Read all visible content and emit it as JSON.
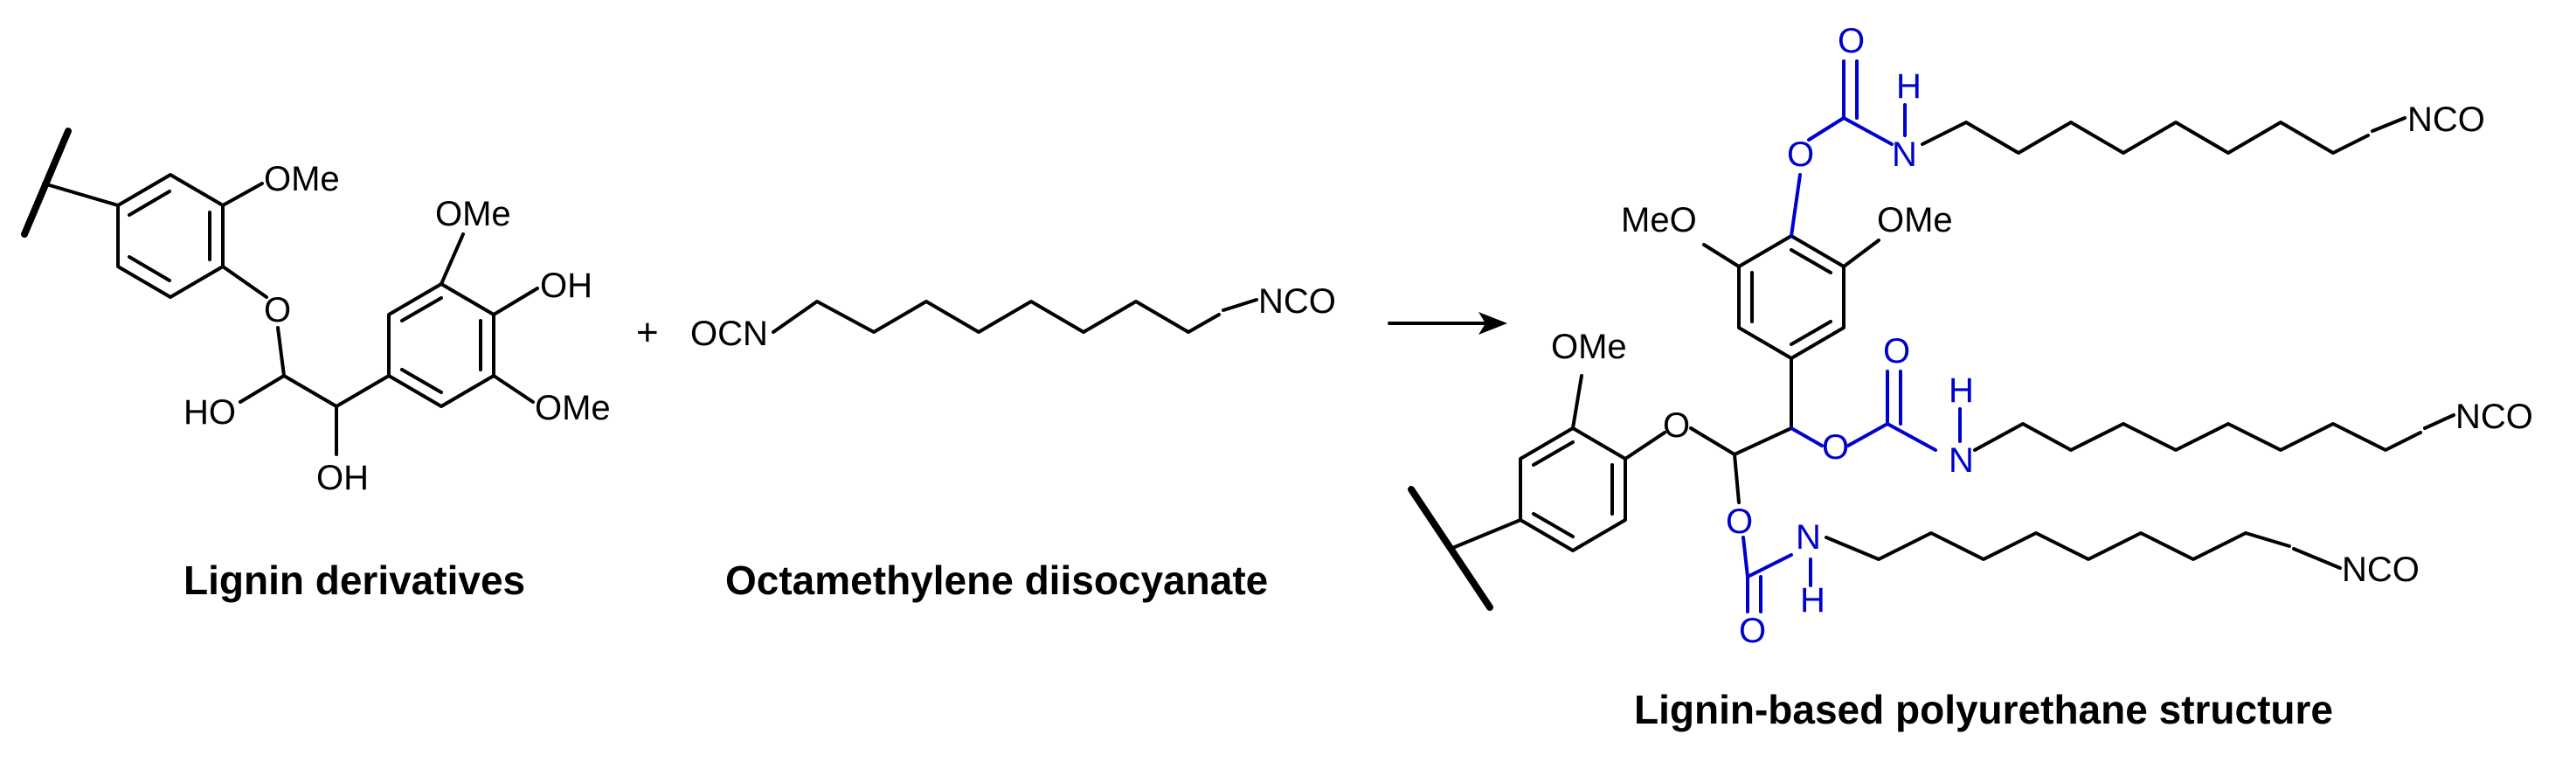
{
  "atoms": {
    "ome": "OMe",
    "meo": "MeO",
    "o": "O",
    "oh": "OH",
    "ho": "HO",
    "nco": "NCO",
    "ocn": "OCN",
    "n": "N",
    "h": "H"
  },
  "plus": "+",
  "captions": {
    "lignin": "Lignin derivatives",
    "diisocyanate": "Octamethylene diisocyanate",
    "product": "Lignin-based polyurethane structure"
  },
  "colors": {
    "bond": "#000000",
    "urethane": "#0000cc"
  }
}
